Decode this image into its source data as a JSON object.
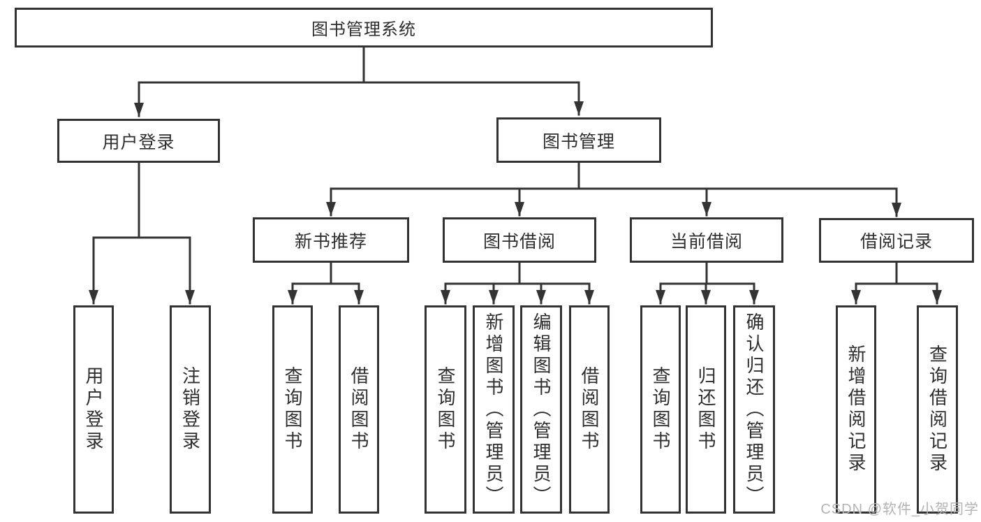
{
  "tree": {
    "label": "图书管理系统",
    "children": [
      {
        "label": "用户登录",
        "children": [
          {
            "label": "用户登录"
          },
          {
            "label": "注销登录"
          }
        ]
      },
      {
        "label": "图书管理",
        "children": [
          {
            "label": "新书推荐",
            "children": [
              {
                "label": "查询图书"
              },
              {
                "label": "借阅图书"
              }
            ]
          },
          {
            "label": "图书借阅",
            "children": [
              {
                "label": "查询图书"
              },
              {
                "label": "新增图书（管理员）"
              },
              {
                "label": "编辑图书（管理员）"
              },
              {
                "label": "借阅图书"
              }
            ]
          },
          {
            "label": "当前借阅",
            "children": [
              {
                "label": "查询图书"
              },
              {
                "label": "归还图书"
              },
              {
                "label": "确认归还（管理员）"
              }
            ]
          },
          {
            "label": "借阅记录",
            "children": [
              {
                "label": "新增借阅记录"
              },
              {
                "label": "查询借阅记录"
              }
            ]
          }
        ]
      }
    ]
  },
  "watermark": {
    "text": "CSDN @软件_小贺同学"
  },
  "colors": {
    "line": "#333333",
    "box_border": "#333333",
    "text": "#2e2e2e",
    "background": "#ffffff",
    "watermark": "#b3b3b3"
  }
}
